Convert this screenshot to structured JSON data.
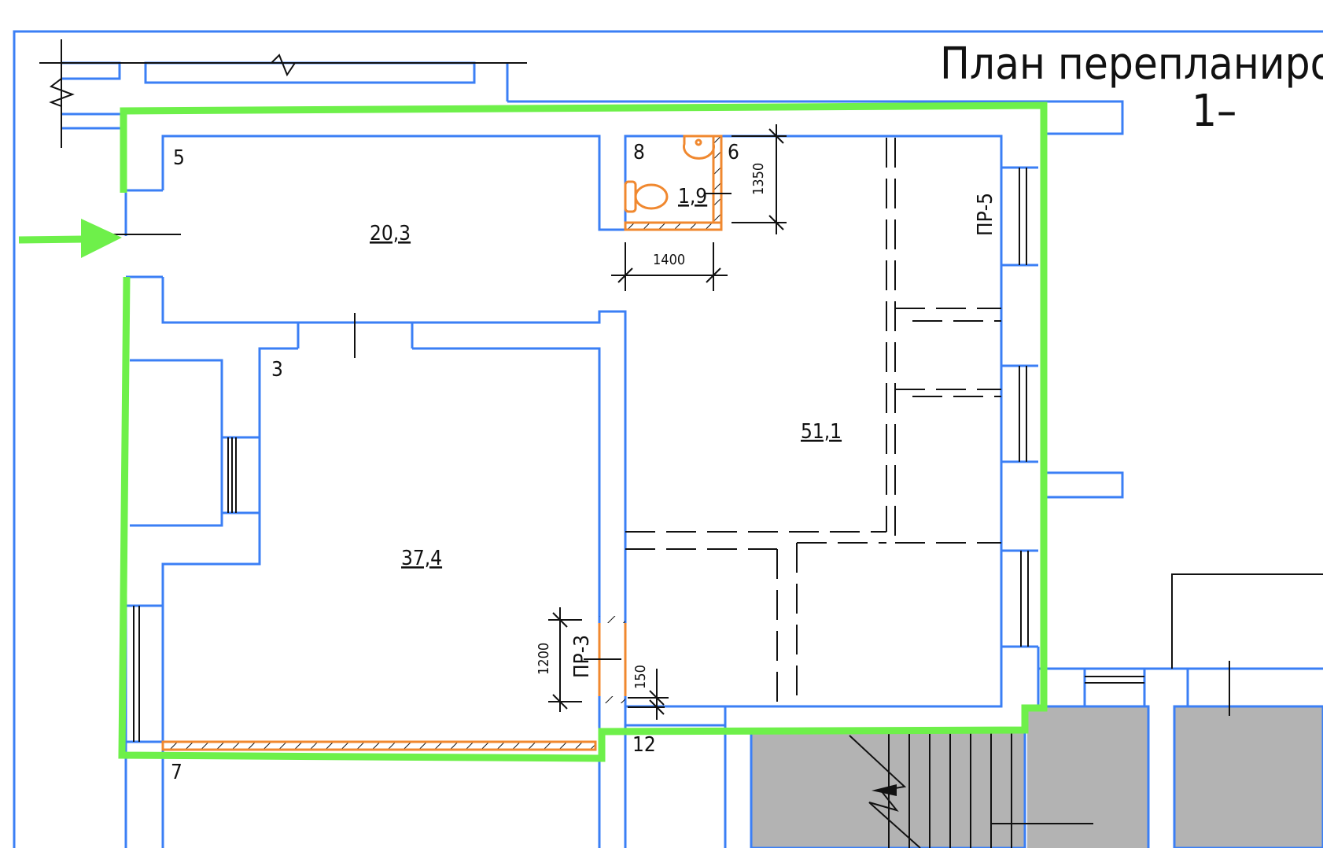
{
  "title": "План перепланиро",
  "subtitle": "1–",
  "rooms": [
    {
      "number": "5",
      "area": "20,3"
    },
    {
      "number": "8",
      "area": "1,9"
    },
    {
      "number": "6",
      "area": "51,1"
    },
    {
      "number": "3",
      "area": "37,4"
    },
    {
      "number": "7"
    },
    {
      "number": "12"
    }
  ],
  "openings": [
    "ПР-5",
    "ПР-3"
  ],
  "dimensions": [
    "1350",
    "1400",
    "1200",
    "150"
  ],
  "colors": {
    "walls": "#3b7ff5",
    "boundary": "#6ef04a",
    "new_partitions": "#f0882f",
    "stairs": "#b3b3b3"
  }
}
